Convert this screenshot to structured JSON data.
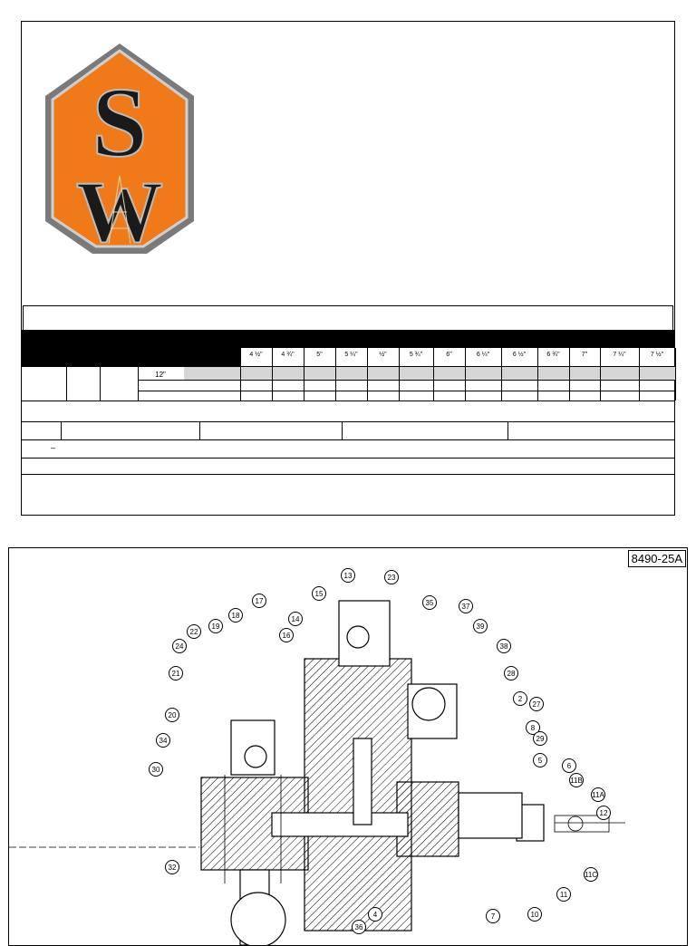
{
  "brand": {
    "letters_top": "S",
    "letters_bottom": "W",
    "accent": "#f07a1a"
  },
  "table": {
    "tool_size_label": "12\"",
    "dash_note": "–",
    "sizes": [
      "4 ½\"",
      "4 ¾\"",
      "5\"",
      "5 ¼\"",
      "½\"",
      "5 ¾\"",
      "6\"",
      "6 ¼\"",
      "6 ½\"",
      "6 ¾\"",
      "7\"",
      "7 ¼\"",
      "7 ½\""
    ]
  },
  "drawing": {
    "number": "8490-25A",
    "balloons": [
      "13",
      "23",
      "15",
      "35",
      "17",
      "37",
      "14",
      "18",
      "39",
      "16",
      "19",
      "22",
      "38",
      "24",
      "28",
      "21",
      "2",
      "27",
      "20",
      "8",
      "29",
      "34",
      "5",
      "6",
      "30",
      "11B",
      "11A",
      "12",
      "32",
      "11C",
      "11",
      "4",
      "7",
      "10",
      "36"
    ]
  }
}
